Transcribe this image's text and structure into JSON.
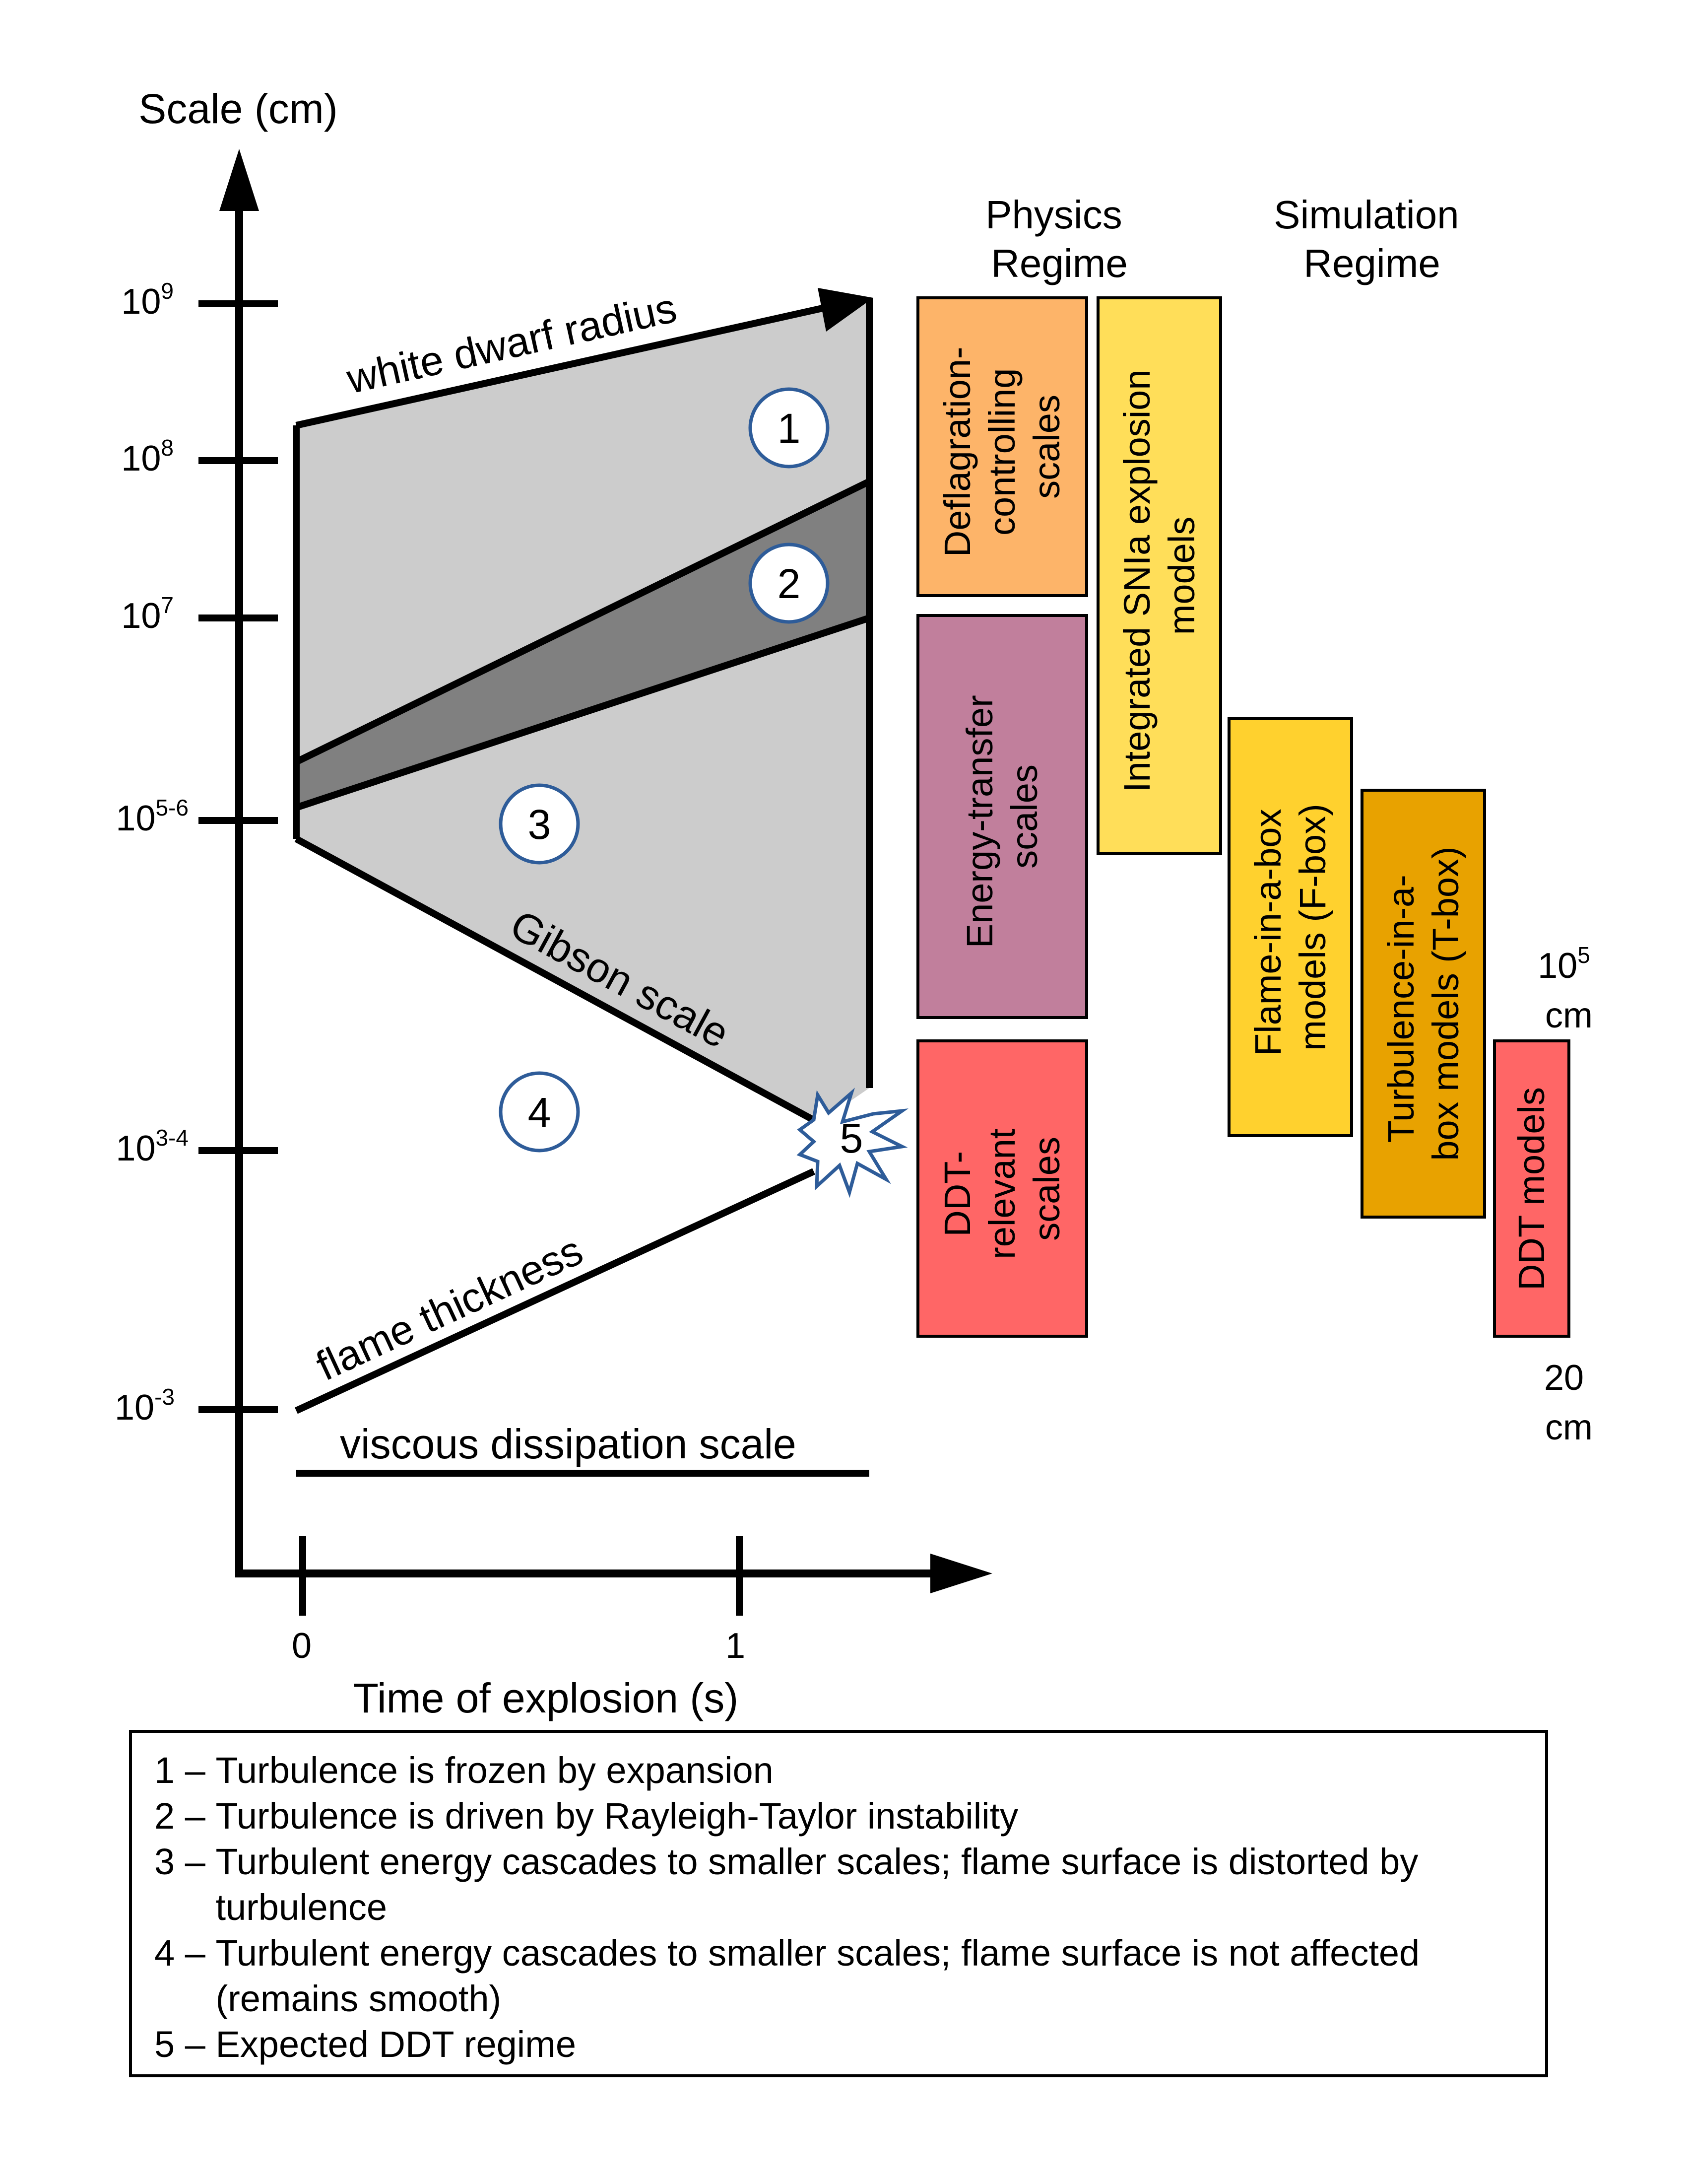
{
  "axes": {
    "y_label": "Scale (cm)",
    "x_label": "Time of explosion (s)",
    "y_ticks": [
      {
        "base": "10",
        "exp": "9"
      },
      {
        "base": "10",
        "exp": "8"
      },
      {
        "base": "10",
        "exp": "7"
      },
      {
        "base": "10",
        "exp": "5-6"
      },
      {
        "base": "10",
        "exp": "3-4"
      },
      {
        "base": "10",
        "exp": "-3"
      }
    ],
    "x_ticks": [
      "0",
      "1"
    ]
  },
  "curves": {
    "white_dwarf": "white dwarf radius",
    "gibson": "Gibson scale",
    "flame": "flame thickness",
    "viscous": "viscous dissipation scale"
  },
  "regions": [
    "1",
    "2",
    "3",
    "4",
    "5"
  ],
  "headers": {
    "physics": [
      "Physics",
      "Regime"
    ],
    "simulation": [
      "Simulation",
      "Regime"
    ]
  },
  "physics_boxes": [
    {
      "lines": [
        "Deflagration-",
        "controlling",
        "scales"
      ],
      "color": "#FDB469"
    },
    {
      "lines": [
        "Energy-transfer",
        "scales"
      ],
      "color": "#C17F9C"
    },
    {
      "lines": [
        "DDT-",
        "relevant",
        "scales"
      ],
      "color": "#FF6666"
    }
  ],
  "simulation_boxes": [
    {
      "lines": [
        "Integrated SNIa explosion",
        "models"
      ],
      "color": "#FFDE59"
    },
    {
      "lines": [
        "Flame-in-a-box",
        "models (F-box)"
      ],
      "color": "#FFD12E"
    },
    {
      "lines": [
        "Turbulence-in-a-",
        "box models (T-box)"
      ],
      "color": "#E8A200"
    },
    {
      "lines": [
        "DDT models"
      ],
      "color": "#FF6666"
    }
  ],
  "range_labels": {
    "top": {
      "base": "10",
      "exp": "5",
      "unit": "cm"
    },
    "bottom": {
      "value": "20",
      "unit": "cm"
    }
  },
  "legend": [
    {
      "num": "1 – ",
      "text": "Turbulence is frozen by expansion"
    },
    {
      "num": "2 – ",
      "text": "Turbulence is driven by Rayleigh-Taylor instability"
    },
    {
      "num": "3 – ",
      "text": "Turbulent energy cascades to smaller scales; flame surface is distorted by turbulence"
    },
    {
      "num": "4 – ",
      "text": "Turbulent energy cascades to smaller scales; flame surface is not affected (remains smooth)"
    },
    {
      "num": "5 – ",
      "text": "Expected DDT regime"
    }
  ],
  "colors": {
    "region_light": "#CCCCCC",
    "region_dark": "#808080",
    "circle_stroke": "#2E5C99",
    "star_stroke": "#2E5C99"
  }
}
